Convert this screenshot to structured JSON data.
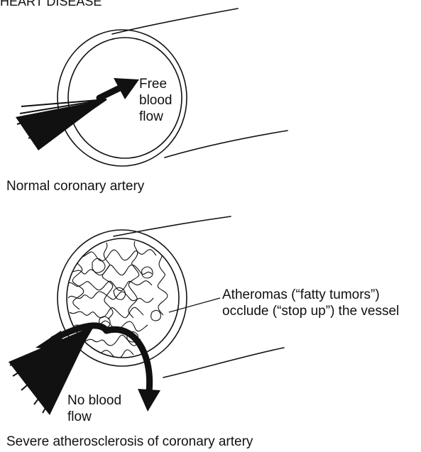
{
  "header": {
    "title": "HEART DISEASE"
  },
  "normal": {
    "label_lines": [
      "Free",
      "blood",
      "flow"
    ],
    "caption": "Normal coronary artery"
  },
  "severe": {
    "label_lines": [
      "No blood",
      "flow"
    ],
    "annotation_lines": [
      "Atheromas (“fatty tumors”)",
      "occlude (“stop up”) the vessel"
    ],
    "caption": "Severe atherosclerosis of coronary artery"
  }
}
